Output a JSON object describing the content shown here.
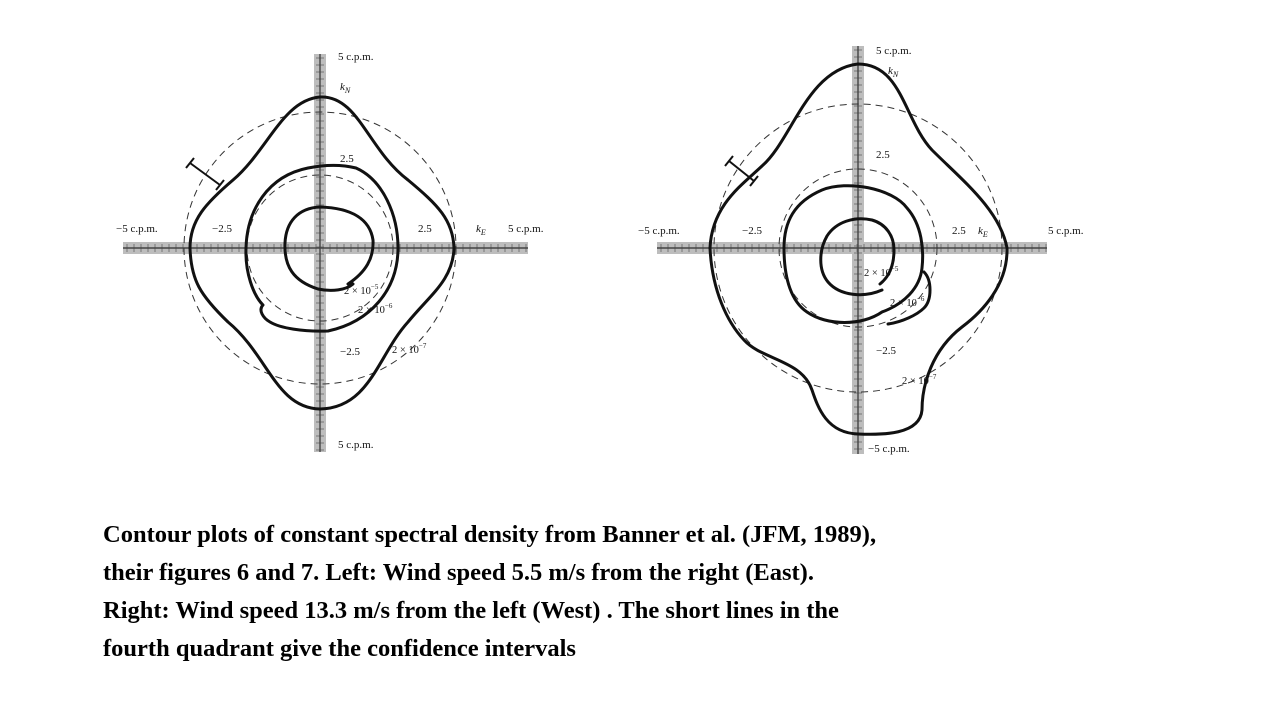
{
  "figures": [
    {
      "axis_labels": {
        "top": "5 c.p.m.",
        "bottom": "5 c.p.m.",
        "left": "−5 c.p.m.",
        "right": "5 c.p.m.",
        "north_half": "2.5",
        "south_half": "−2.5",
        "west_half": "−2.5",
        "east_half": "2.5",
        "kN": "k",
        "kN_sub": "N",
        "kE": "k",
        "kE_sub": "E"
      },
      "contour_labels": [
        "2 × 10",
        "2 × 10",
        "2 × 10"
      ],
      "contour_exponents": [
        "−5",
        "−6",
        "−7"
      ]
    },
    {
      "axis_labels": {
        "top": "5 c.p.m.",
        "bottom": "−5 c.p.m.",
        "left": "−5 c.p.m.",
        "right": "5 c.p.m.",
        "north_half": "2.5",
        "south_half": "−2.5",
        "west_half": "−2.5",
        "east_half": "2.5",
        "kN": "k",
        "kN_sub": "N",
        "kE": "k",
        "kE_sub": "E"
      },
      "contour_labels": [
        "2 × 10",
        "2 × 10",
        "2 × 10"
      ],
      "contour_exponents": [
        "−5",
        "−6",
        "−7"
      ]
    }
  ],
  "caption": {
    "line1": "Contour plots of constant spectral density from Banner et al. (JFM, 1989),",
    "line2": "their figures 6 and 7.  Left: Wind speed 5.5 m/s from the right (East).",
    "line3": "Right:  Wind speed 13.3 m/s from the left (West) .  The short lines in the",
    "line4": "fourth quadrant give the confidence intervals"
  }
}
